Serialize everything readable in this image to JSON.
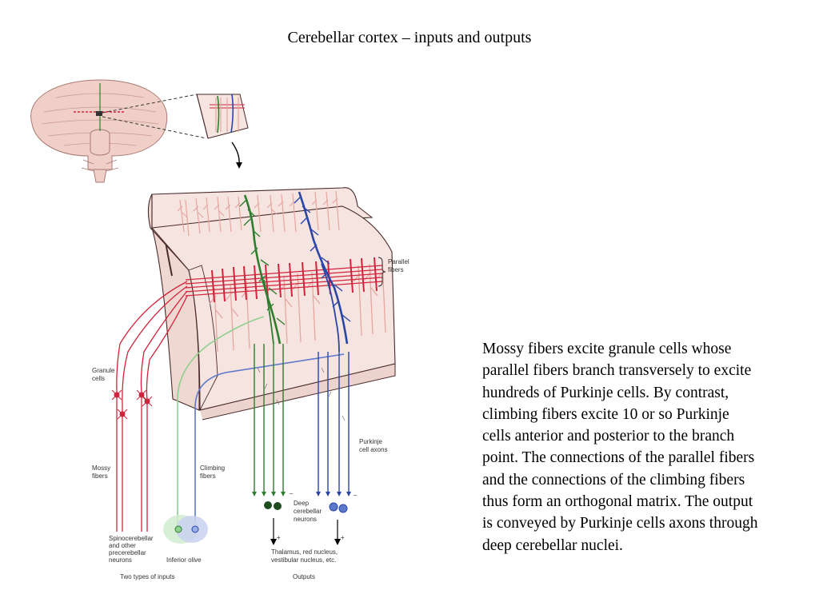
{
  "slide": {
    "title": "Cerebellar cortex – inputs and outputs",
    "caption": "Mossy fibers excite granule cells whose parallel fibers branch transversely to excite hundreds of Purkinje cells. By contrast, climbing fibers excite 10 or so Purkinje cells anterior and posterior to the branch point. The connections of the parallel fibers and the connections of the climbing fibers thus form an orthogonal matrix. The output is conveyed by Purkinje cells axons through deep cerebellar nuclei."
  },
  "figure": {
    "labels": {
      "parallel_fibers": [
        "Parallel",
        "fibers"
      ],
      "granule_cells": [
        "Granule",
        "cells"
      ],
      "mossy_fibers": [
        "Mossy",
        "fibers"
      ],
      "climbing_fibers": [
        "Climbing",
        "fibers"
      ],
      "purkinje_axons": [
        "Purkinje",
        "cell axons"
      ],
      "deep_neurons": [
        "Deep",
        "cerebellar",
        "neurons"
      ],
      "spinocerebellar": [
        "Spinocerebellar",
        "and other",
        "precerebellar",
        "neurons"
      ],
      "inferior_olive": "Inferior olive",
      "targets": [
        "Thalamus, red nucleus,",
        "vestibular nucleus, etc."
      ],
      "two_types": "Two types of inputs",
      "outputs": "Outputs",
      "plus": "+",
      "minus": "–"
    },
    "colors": {
      "tissue": "#f5e4e0",
      "tissue_edge": "#4a2a2a",
      "purkinje_pale": "#e6a6a0",
      "mossy_red": "#d2233c",
      "climbing_green": "#2e7d2e",
      "climbing_light": "#8fcf8f",
      "purkinje_blue": "#2a45a8",
      "olive_blue": "#5c78c8"
    }
  }
}
